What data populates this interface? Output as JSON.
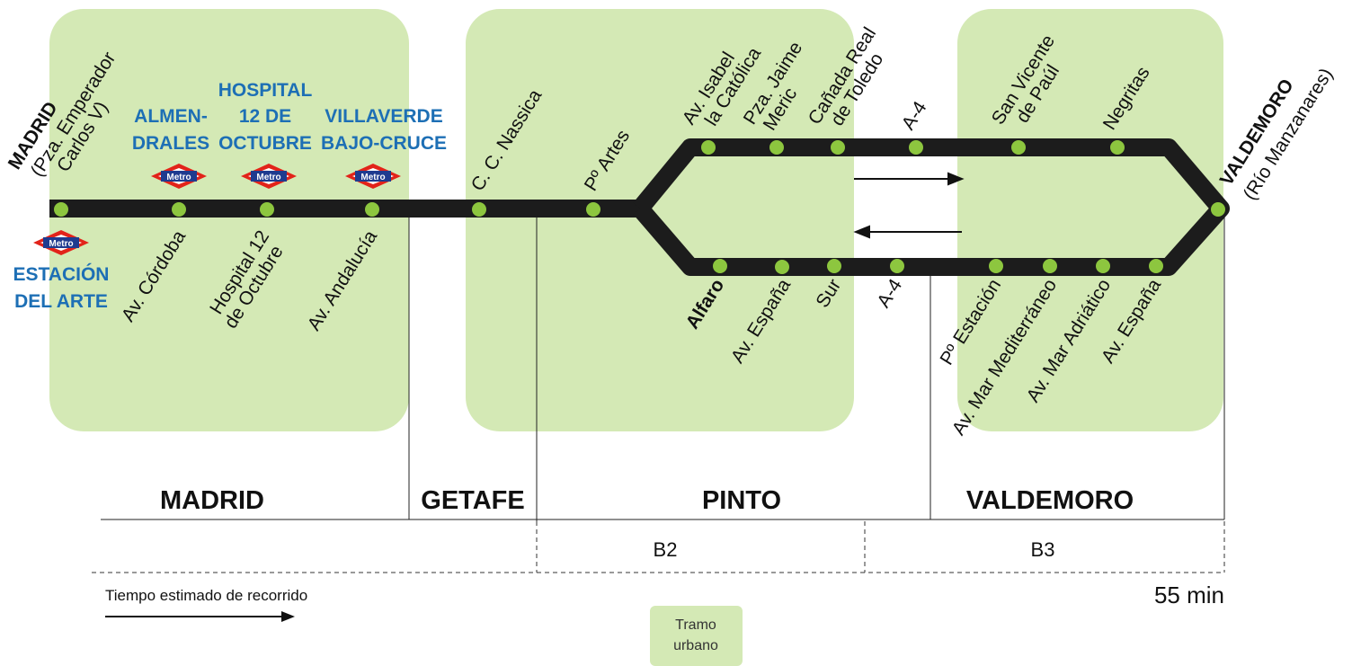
{
  "colors": {
    "zone_fill": "#d4e9b5",
    "route_line": "#1c1c1c",
    "stop_dot": "#8dc63f",
    "metro_red": "#e2231a",
    "metro_blue": "#1f3b8f",
    "metro_station_text": "#1d6fb5"
  },
  "terminals": {
    "madrid_name": "MADRID",
    "madrid_sub_1": "(Pza. Emperador",
    "madrid_sub_2": "Carlos V)",
    "valdemoro_name": "VALDEMORO",
    "valdemoro_sub": "(Río Manzanares)"
  },
  "metro": {
    "badge_label": "Metro",
    "icon": "metro-logo-icon",
    "estacion_arte_1": "ESTACIÓN",
    "estacion_arte_2": "DEL ARTE",
    "almendrales_1": "ALMEN-",
    "almendrales_2": "DRALES",
    "hospital_1": "HOSPITAL",
    "hospital_2": "12 DE",
    "hospital_3": "OCTUBRE",
    "villaverde_1": "VILLAVERDE",
    "villaverde_2": "BAJO-CRUCE"
  },
  "stops": {
    "av_cordoba": "Av. Córdoba",
    "hospital_1": "Hospital 12",
    "hospital_2": "de Octubre",
    "av_andalucia": "Av. Andalucía",
    "cc_nassica": "C. C. Nassica",
    "p_artes": "Pº Artes",
    "isabel_1": "Av. Isabel",
    "isabel_2": "la Católica",
    "jaime_1": "Pza. Jaime",
    "jaime_2": "Meric",
    "canada_1": "Cañada Real",
    "canada_2": "de Toledo",
    "a4_top": "A-4",
    "san_vicente_1": "San Vicente",
    "san_vicente_2": "de Paúl",
    "negritas": "Negritas",
    "alfaro": "Alfaro",
    "av_espana_pinto": "Av. España",
    "sur": "Sur",
    "a4_bottom": "A-4",
    "p_estacion": "Pº Estación",
    "mar_mediterraneo": "Av. Mar Mediterráneo",
    "mar_adriatico": "Av. Mar Adriático",
    "av_espana_valdemoro": "Av. España"
  },
  "municipalities": [
    "MADRID",
    "GETAFE",
    "PINTO",
    "VALDEMORO"
  ],
  "fare_zones": [
    "B2",
    "B3"
  ],
  "travel_time_label": "Tiempo estimado de recorrido",
  "travel_time_value": "55 min",
  "legend": {
    "line_1": "Tramo",
    "line_2": "urbano"
  }
}
